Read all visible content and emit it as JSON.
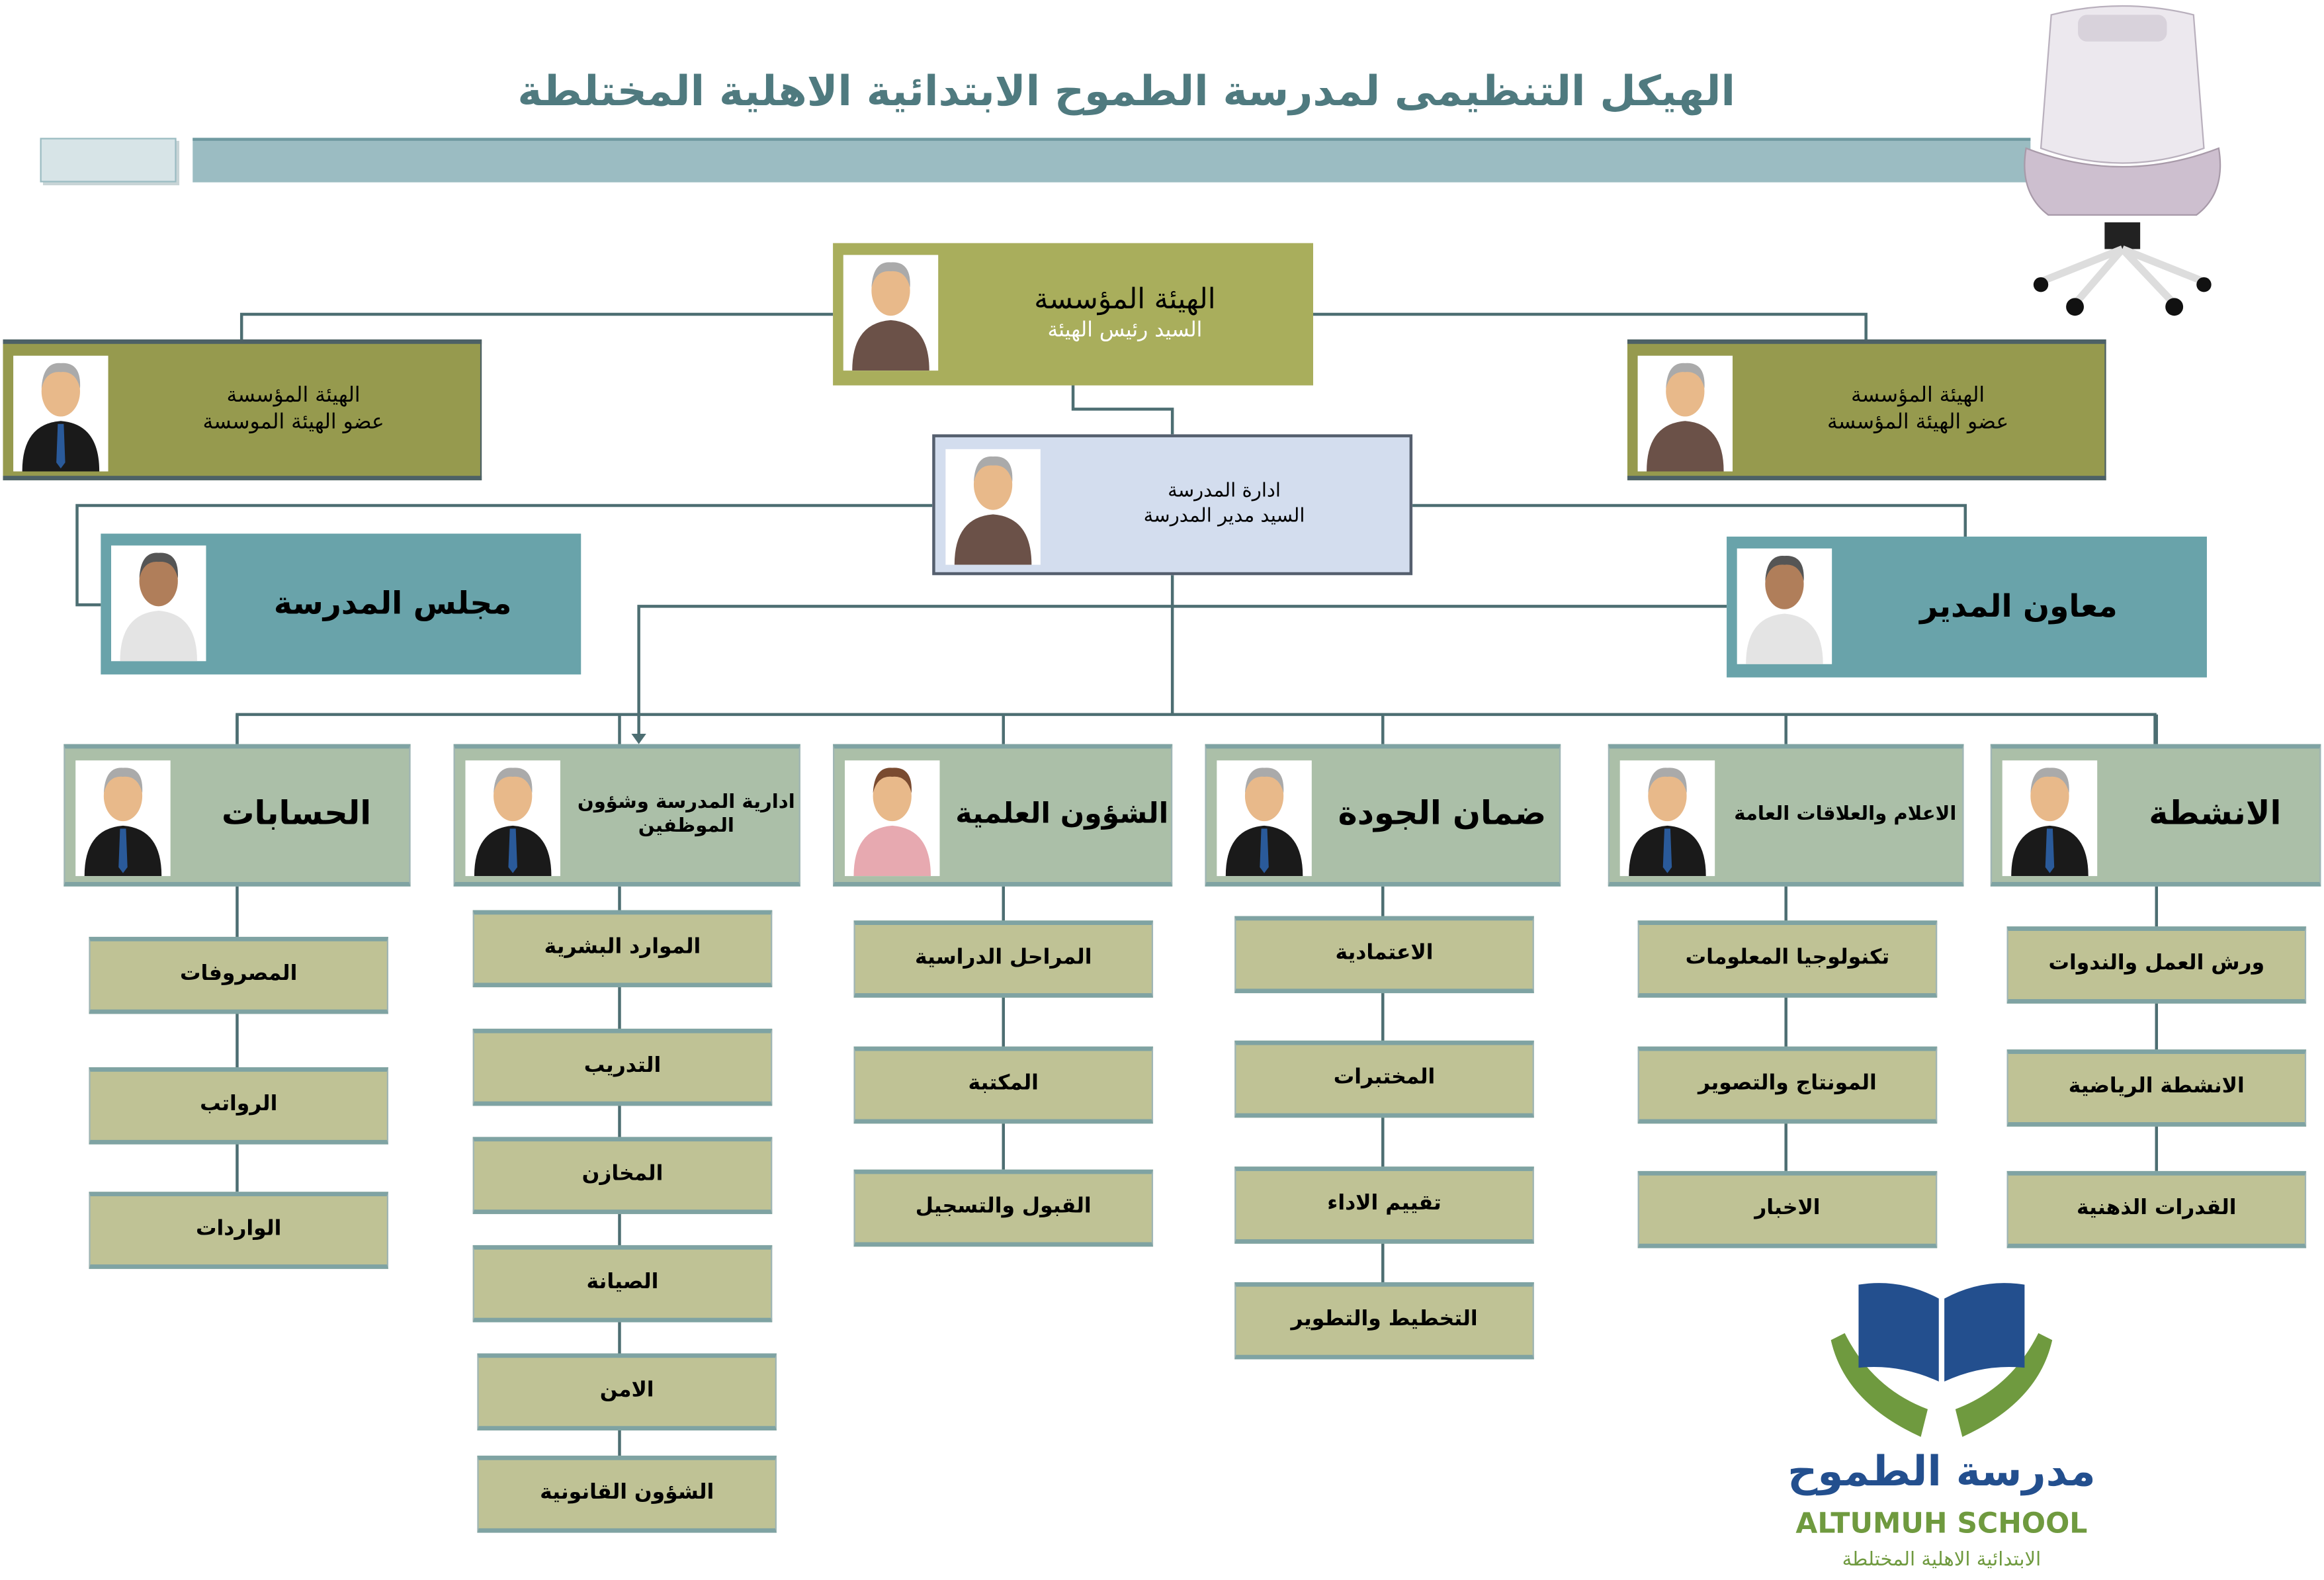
{
  "title": "الهيكل التنظيمى لمدرسة الطموح الابتدائية الاهلية المختلطة",
  "top": {
    "title": "الهيئة المؤسسة",
    "subtitle": "السيد رئيس الهيئة"
  },
  "board_left": {
    "title": "الهيئة المؤسسة",
    "subtitle": "عضو الهيئة الموسسة"
  },
  "board_right": {
    "title": "الهيئة المؤسسة",
    "subtitle": "عضو الهيئة المؤسسة"
  },
  "school_admin": {
    "title": "ادارة المدرسة",
    "subtitle": "السيد مدير المدرسة"
  },
  "council": {
    "title": "مجلس المدرسة"
  },
  "assistant": {
    "title": "معاون المدير"
  },
  "departments": [
    {
      "title": "الحسابات",
      "units": [
        "المصروفات",
        "الرواتب",
        "الواردات"
      ]
    },
    {
      "title": "ادارية المدرسة وشؤون الموظفين",
      "units": [
        "الموارد البشرية",
        "التدريب",
        "المخازن",
        "الصيانة",
        "الامن",
        "الشؤون القانونية"
      ]
    },
    {
      "title": "الشؤون العلمية",
      "units": [
        "المراحل الدراسية",
        "المكتبة",
        "القبول والتسجيل"
      ]
    },
    {
      "title": "ضمان الجودة",
      "units": [
        "الاعتمادية",
        "المختبرات",
        "تقييم الاداء",
        "التخطيط والتطوير"
      ]
    },
    {
      "title": "الاعلام والعلاقات العامة",
      "units": [
        "تكنولوجيا المعلومات",
        "المونتاج والتصوير",
        "الاخبار"
      ]
    },
    {
      "title": "الانشطة",
      "units": [
        "ورش العمل والندوات",
        "الانشطة الرياضية",
        "القدرات الذهنية"
      ]
    }
  ],
  "logo": {
    "arabic_name": "مدرسة الطموح",
    "english_name": "ALTUMUH SCHOOL",
    "tagline": "الابتدائية الاهلية المختلطة"
  },
  "colors": {
    "title": "#4f7a7f",
    "olive": "#a9ae5c",
    "teal": "#69a3aa",
    "dept": "#abbfa8",
    "unit": "#bfc295",
    "line": "#4d6e72",
    "logo_blue": "#234f8e",
    "logo_green": "#6f9a3f"
  }
}
